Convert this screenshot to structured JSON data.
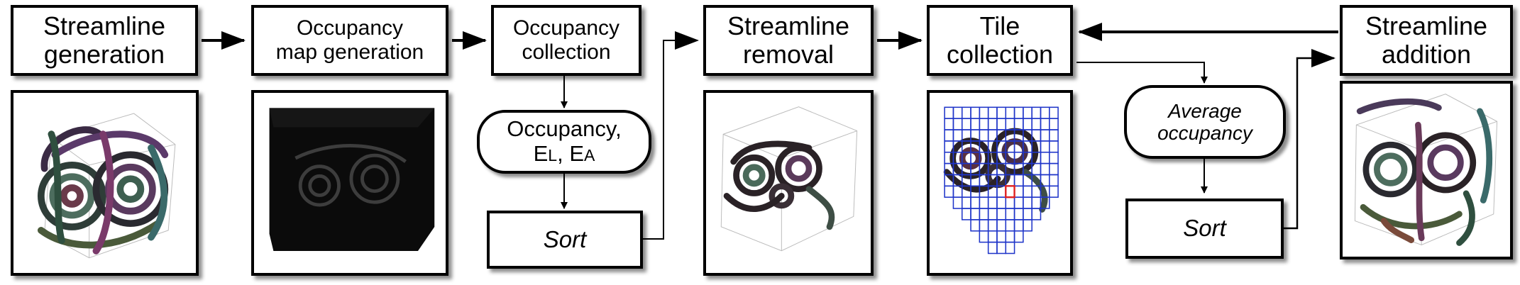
{
  "stages": {
    "streamline_generation": "Streamline\ngeneration",
    "occupancy_map_generation": "Occupancy\nmap generation",
    "occupancy_collection": "Occupancy\ncollection",
    "streamline_removal": "Streamline\nremoval",
    "tile_collection": "Tile\ncollection",
    "streamline_addition": "Streamline\naddition"
  },
  "nodes": {
    "occupancy_metrics": {
      "line1": "Occupancy,",
      "e1": "E",
      "e1_sub": "L",
      "sep": ", ",
      "e2": "E",
      "e2_sub": "A"
    },
    "sort_left": "Sort",
    "average_occupancy": "Average\noccupancy",
    "sort_right": "Sort"
  },
  "colors": {
    "grid_tile": "#1f35c9",
    "highlight_tile": "#e02020",
    "streamline_dark": "#2a2226",
    "occupancy_background": "#0b0b0b"
  }
}
